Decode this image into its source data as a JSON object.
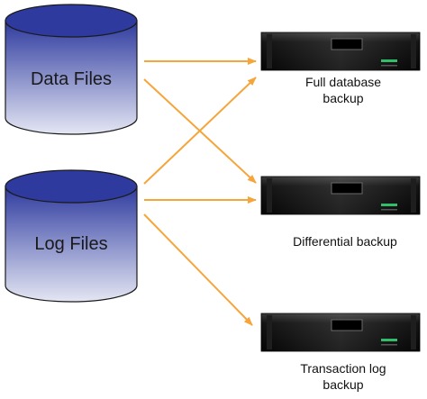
{
  "sources": [
    {
      "id": "data",
      "label": "Data Files"
    },
    {
      "id": "log",
      "label": "Log Files"
    }
  ],
  "backups": [
    {
      "id": "full",
      "label_line1": "Full database",
      "label_line2": "backup"
    },
    {
      "id": "differential",
      "label_line1": "Differential backup",
      "label_line2": ""
    },
    {
      "id": "transaction",
      "label_line1": "Transaction log",
      "label_line2": "backup"
    }
  ],
  "connections": [
    {
      "from": "data",
      "to": "full"
    },
    {
      "from": "data",
      "to": "differential"
    },
    {
      "from": "log",
      "to": "full"
    },
    {
      "from": "log",
      "to": "differential"
    },
    {
      "from": "log",
      "to": "transaction"
    }
  ],
  "colors": {
    "arrow": "#f5a53a",
    "cylinder_top": "#2e3a9e",
    "cylinder_bottom": "#e4e6f3",
    "device": "#0c0c0c",
    "device_led": "#2fbf6c"
  }
}
